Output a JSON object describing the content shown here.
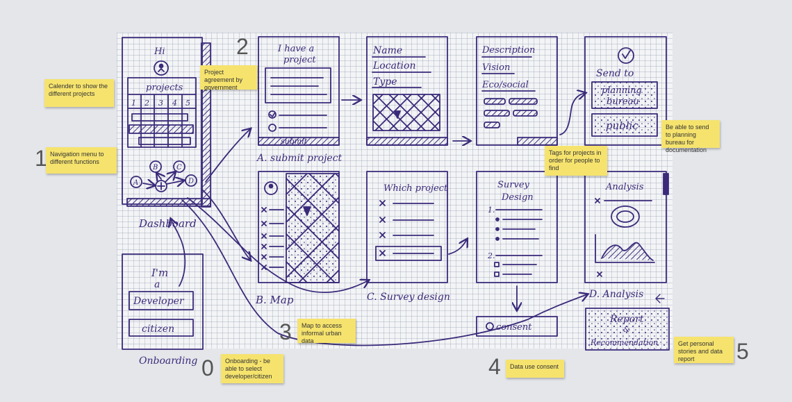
{
  "step_numbers": [
    "0",
    "1",
    "2",
    "3",
    "4",
    "5"
  ],
  "notes": {
    "calendar": "Calender to show the different projects",
    "navigation": "Navigation menu to different functions",
    "agreement": "Project agreement by government",
    "tags": "Tags for projects in order for people to find",
    "send": "Be able to send to planning bureau for documentation",
    "map": "Map to access informal urban data",
    "onboarding": "Onboarding - be able to select developer/citizen",
    "consent": "Data use consent",
    "report": "Get personal stories and data report"
  },
  "sketch": {
    "dashboard": {
      "greeting": "Hi",
      "projects": "projects",
      "days": [
        "1",
        "2",
        "3",
        "4",
        "5"
      ],
      "nav": [
        "A",
        "B",
        "C",
        "D"
      ],
      "label": "Dashboard"
    },
    "onboarding": {
      "im": "I'm",
      "a": "a",
      "developer": "Developer",
      "citizen": "citizen",
      "label": "Onboarding"
    },
    "submit": {
      "title1": "I have a",
      "title2": "project",
      "button": "submit",
      "label": "A. submit project"
    },
    "details": {
      "name": "Name",
      "location": "Location",
      "type": "Type"
    },
    "description": {
      "description": "Description",
      "vision": "Vision",
      "eco": "Eco/social"
    },
    "send": {
      "title": "Send to",
      "planning1": "planning",
      "planning2": "bureau",
      "public": "public"
    },
    "map": {
      "label": "B. Map"
    },
    "which": {
      "title": "Which project"
    },
    "survey": {
      "title1": "Survey",
      "title2": "Design",
      "label": "C. Survey design",
      "consent": "consent"
    },
    "analysis": {
      "title": "Analysis",
      "label": "D. Analysis"
    },
    "report": {
      "line1": "Report",
      "line2": "&",
      "line3": "Recommendation"
    }
  }
}
